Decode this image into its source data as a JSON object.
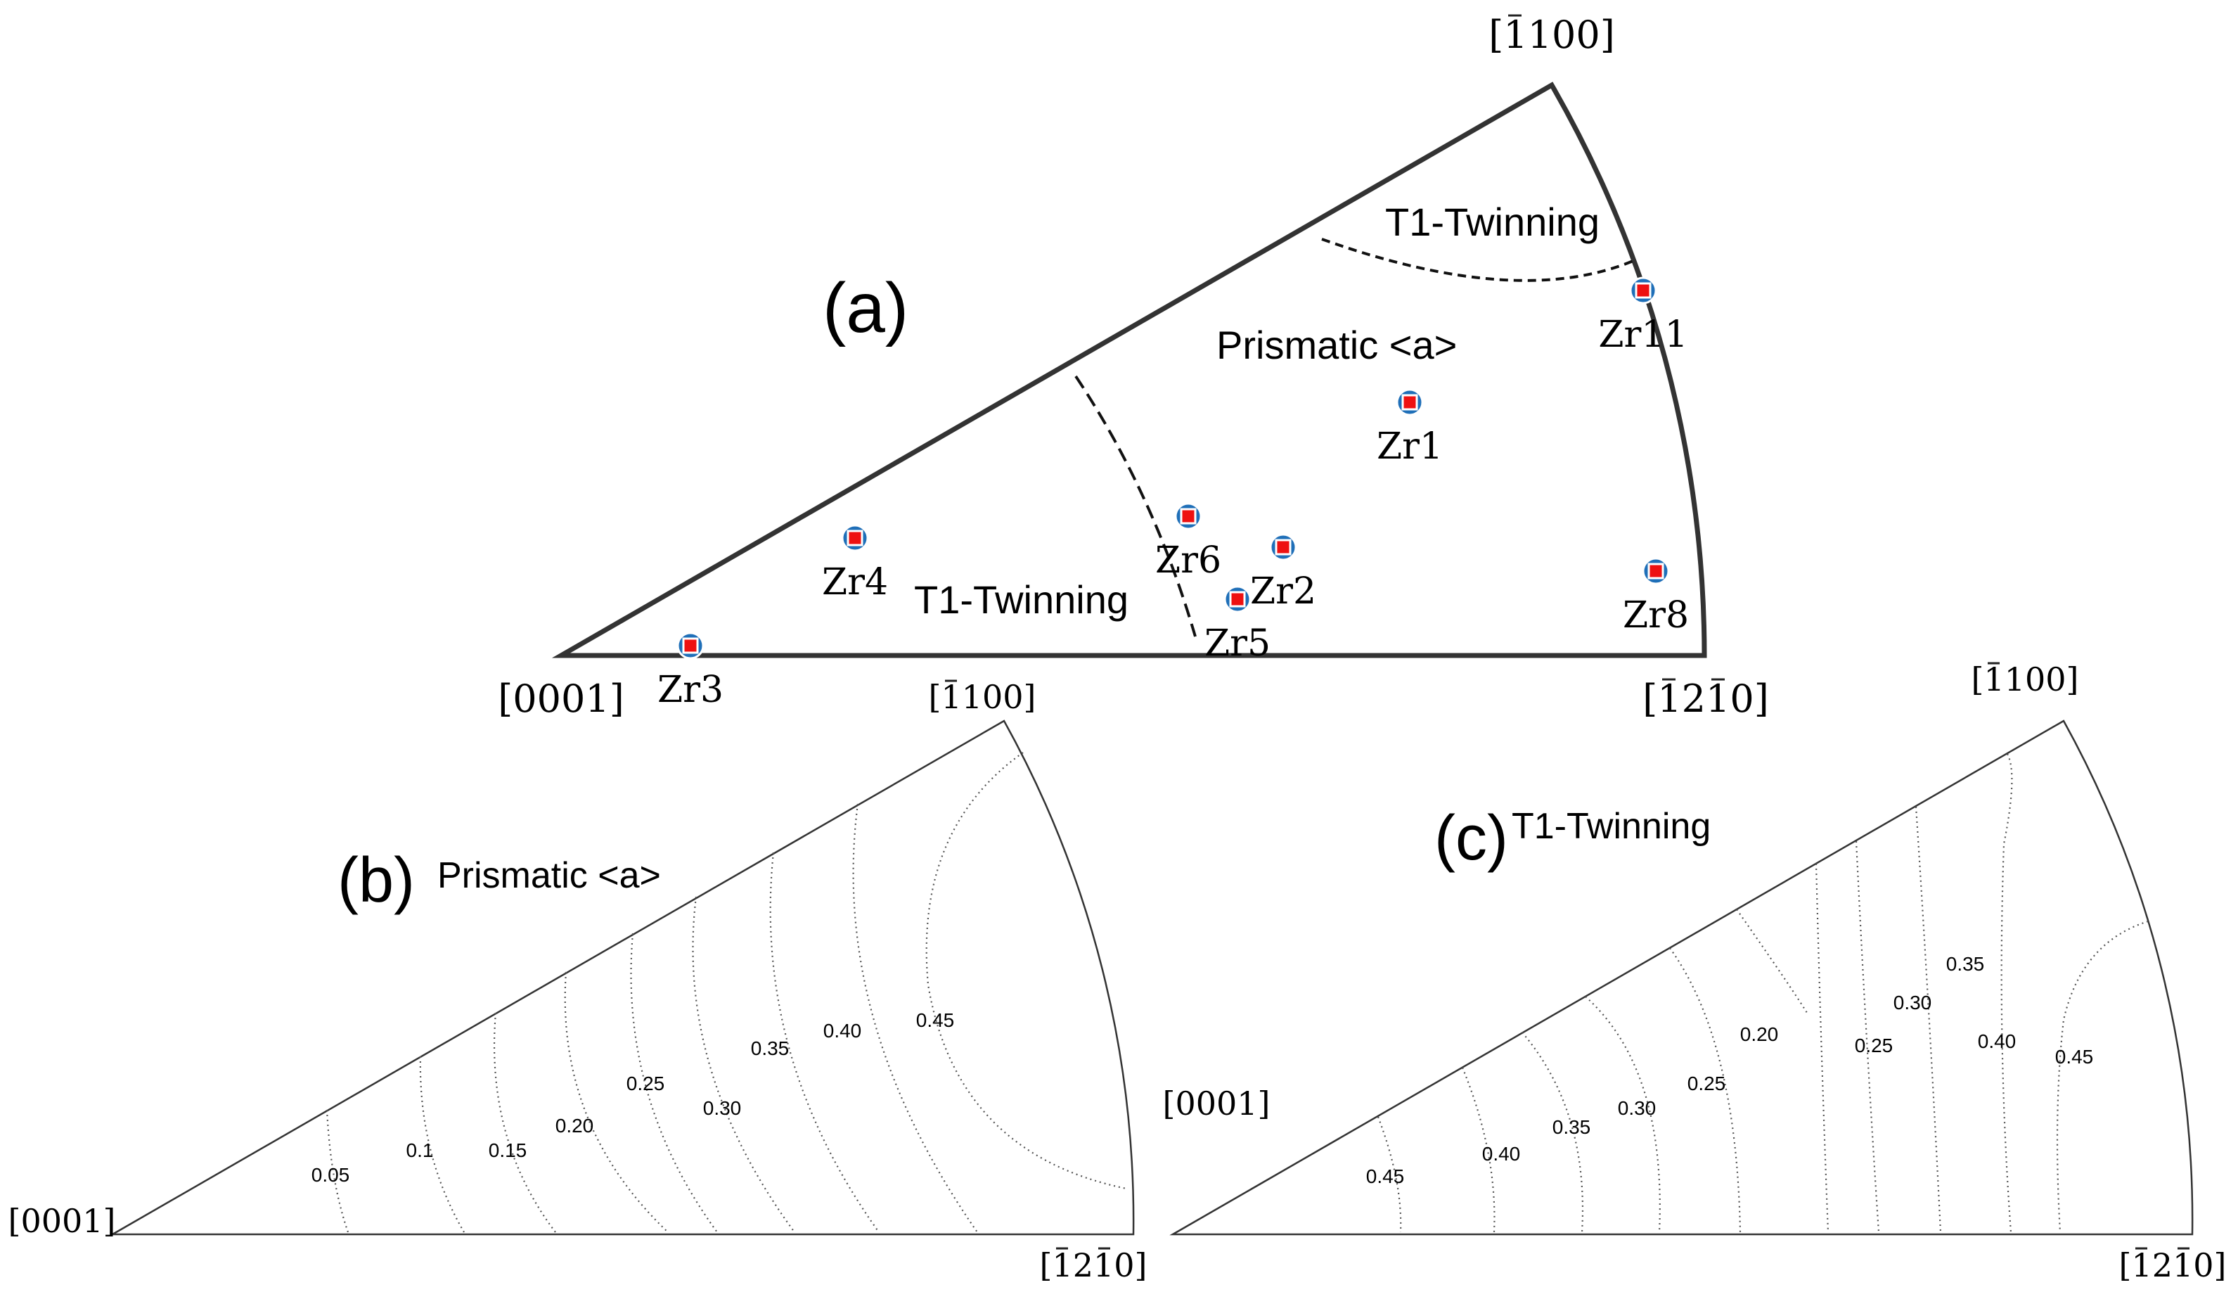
{
  "colors": {
    "outline": "#333333",
    "marker_ring": "#1f6fb8",
    "marker_center": "#ee1111",
    "contour": "#555555"
  },
  "panel_a": {
    "label": "(a)",
    "direction_labels": {
      "top": "[1100]",
      "left": "[0001]",
      "right": "[1210]"
    },
    "region_labels": [
      "T1-Twinning",
      "Prismatic <a>",
      "T1-Twinning"
    ],
    "markers": [
      {
        "name": "Zr11"
      },
      {
        "name": "Zr1"
      },
      {
        "name": "Zr6"
      },
      {
        "name": "Zr2"
      },
      {
        "name": "Zr4"
      },
      {
        "name": "Zr5"
      },
      {
        "name": "Zr8"
      },
      {
        "name": "Zr3"
      }
    ]
  },
  "panel_b": {
    "label": "(b)",
    "title": "Prismatic <a>",
    "direction_labels": {
      "top": "[1100]",
      "left": "[0001]",
      "right": "[1210]"
    },
    "contour_labels": [
      "0.05",
      "0.1",
      "0.15",
      "0.20",
      "0.25",
      "0.30",
      "0.35",
      "0.40",
      "0.45"
    ]
  },
  "panel_c": {
    "label": "(c)",
    "title": "T1-Twinning",
    "direction_labels": {
      "top": "[1100]",
      "left": "[0001]",
      "right": "[1210]"
    },
    "contour_labels": [
      "0.45",
      "0.40",
      "0.35",
      "0.30",
      "0.25",
      "0.20",
      "0.25",
      "0.30",
      "0.35",
      "0.40",
      "0.45"
    ]
  }
}
